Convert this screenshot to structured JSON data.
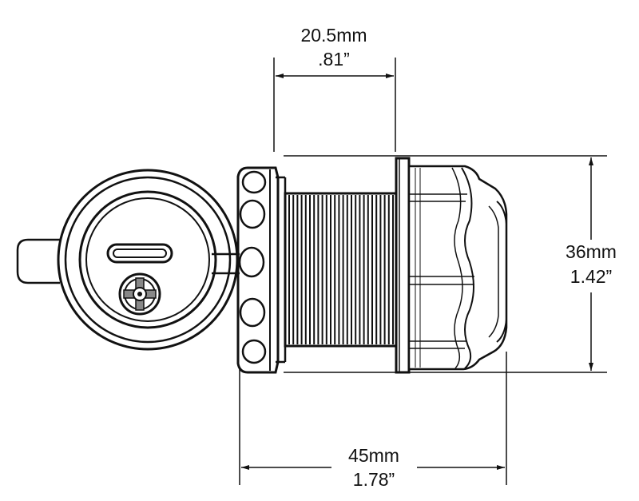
{
  "dimensions": {
    "top_width": {
      "metric": "20.5mm",
      "imperial": ".81”"
    },
    "height": {
      "metric": "36mm",
      "imperial": "1.42”"
    },
    "bottom_length": {
      "metric": "45mm",
      "imperial": "1.78”"
    }
  },
  "colors": {
    "line": "#111111",
    "background": "#ffffff",
    "gray_shading": "#888888"
  },
  "icons": [
    "usb-c-port-icon",
    "key-lock-icon"
  ]
}
